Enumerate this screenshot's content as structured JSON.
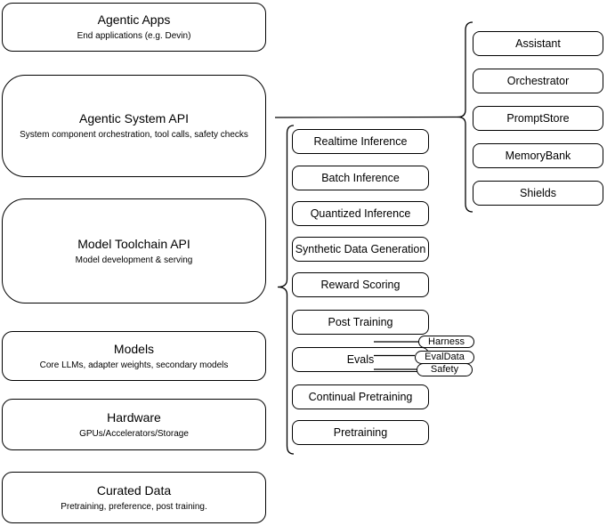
{
  "diagram": {
    "colors": {
      "stroke": "#000000",
      "background": "#ffffff",
      "text": "#000000"
    },
    "left_stack": [
      {
        "title": "Agentic Apps",
        "subtitle": "End applications (e.g. Devin)"
      },
      {
        "title": "Agentic System API",
        "subtitle": "System component orchestration, tool calls, safety checks"
      },
      {
        "title": "Model Toolchain API",
        "subtitle": "Model development & serving"
      },
      {
        "title": "Models",
        "subtitle": "Core LLMs, adapter weights, secondary models"
      },
      {
        "title": "Hardware",
        "subtitle": "GPUs/Accelerators/Storage"
      },
      {
        "title": "Curated Data",
        "subtitle": "Pretraining, preference, post training."
      }
    ],
    "toolchain_capabilities": [
      "Realtime Inference",
      "Batch Inference",
      "Quantized Inference",
      "Synthetic Data Generation",
      "Reward Scoring",
      "Post Training",
      "Evals",
      "Continual Pretraining",
      "Pretraining"
    ],
    "evals_tags": [
      "Harness",
      "EvalData",
      "Safety"
    ],
    "system_components": [
      "Assistant",
      "Orchestrator",
      "PromptStore",
      "MemoryBank",
      "Shields"
    ]
  }
}
